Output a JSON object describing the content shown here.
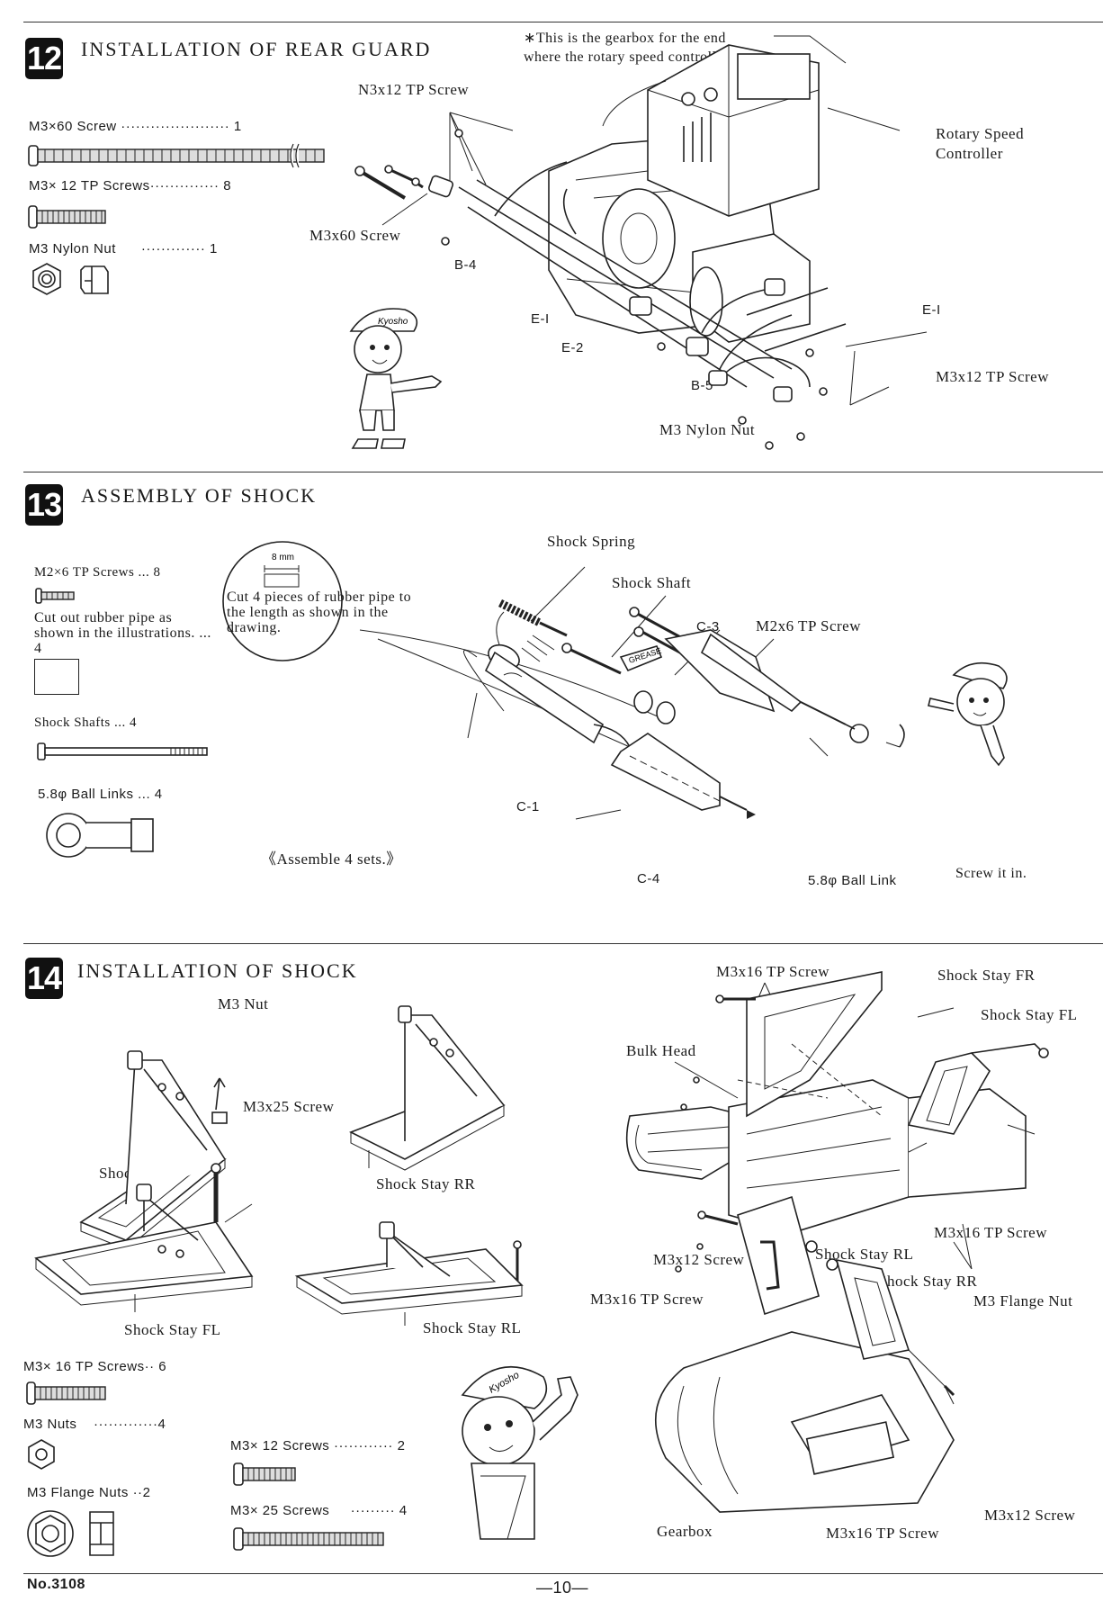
{
  "step12": {
    "number": "12",
    "title": "INSTALLATION OF REAR GUARD",
    "note": "∗This is the gearbox for the end where the rotary speed controller is,",
    "parts": [
      {
        "name": "M3×60 Screw",
        "dots": "······················",
        "qty": "1"
      },
      {
        "name": "M3× 12 TP Screws",
        "dots": "··············",
        "qty": "8"
      },
      {
        "name": "M3 Nylon Nut",
        "dots": "·············",
        "qty": "1"
      }
    ],
    "labels": {
      "n3x12": "N3x12 TP Screw",
      "m3x60": "M3x60 Screw",
      "rotary": "Rotary Speed Controller",
      "b4": "B-4",
      "e1a": "E-I",
      "e2": "E-2",
      "b5": "B-5",
      "e1b": "E-I",
      "m3x12": "M3x12 TP Screw",
      "nylon": "M3 Nylon Nut"
    }
  },
  "step13": {
    "number": "13",
    "title": "ASSEMBLY OF SHOCK",
    "parts": [
      {
        "name": "M2×6 TP Screws",
        "qty": "... 8"
      },
      {
        "name": "Cut out rubber pipe as shown in the illustrations.",
        "qty": "... 4"
      },
      {
        "name": "Shock Shafts",
        "qty": "... 4"
      },
      {
        "name": "5.8φ Ball Links",
        "qty": "... 4"
      }
    ],
    "circle_dim": "8 mm",
    "circle_note": "Cut 4 pieces of rubber pipe to the length as shown in the drawing.",
    "assemble": "《Assemble 4 sets.》",
    "labels": {
      "spring": "Shock Spring",
      "shaft": "Shock Shaft",
      "c3": "C-3",
      "m2x6": "M2x6 TP Screw",
      "grease": "GREASE",
      "c1": "C-1",
      "c4": "C-4",
      "ball": "5.8φ Ball Link",
      "screw_in": "Screw it in."
    }
  },
  "step14": {
    "number": "14",
    "title": "INSTALLATION OF SHOCK",
    "labels": {
      "m3nut": "M3 Nut",
      "m3x25": "M3x25 Screw",
      "fr": "Shock Stay FR",
      "rr": "Shock Stay RR",
      "fl": "Shock Stay FL",
      "rl": "Shock Stay RL",
      "m3x16a": "M3x16 TP Screw",
      "stayfr": "Shock Stay FR",
      "stayfl": "Shock Stay FL",
      "bulk": "Bulk Head",
      "m3x16b": "M3x16 TP Screw",
      "m3x12": "M3x12 Screw",
      "stayrl": "Shock Stay RL",
      "stayrr": "Shock Stay RR",
      "flange": "M3 Flange Nut",
      "m3x16c": "M3x16 TP Screw",
      "gearbox": "Gearbox",
      "m3x16d": "M3x16 TP Screw",
      "m3x12b": "M3x12 Screw"
    },
    "parts": [
      {
        "name": "M3× 16 TP Screws",
        "dots": "··",
        "qty": "6"
      },
      {
        "name": "M3 Nuts",
        "dots": "·············",
        "qty": "4"
      },
      {
        "name": "M3 Flange Nuts",
        "dots": "··",
        "qty": "2"
      },
      {
        "name": "M3× 12 Screws",
        "dots": "············",
        "qty": "2"
      },
      {
        "name": "M3× 25 Screws",
        "dots": "·········",
        "qty": "4"
      }
    ]
  },
  "footer": {
    "model": "No.3108",
    "page": "—10—"
  }
}
